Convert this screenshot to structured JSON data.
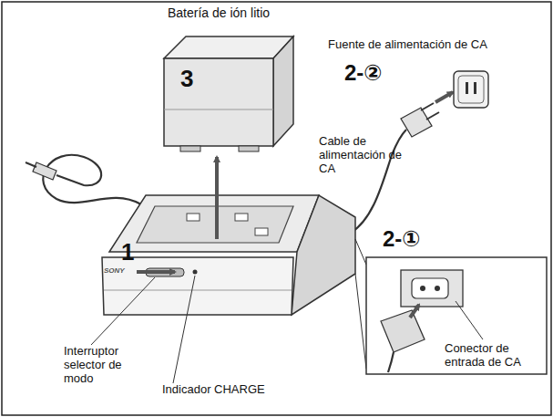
{
  "diagram": {
    "labels": [
      "Batería de ión litio",
      "Fuente de alimentación de CA",
      "2-②",
      "Cable de alimentación de CA",
      "3",
      "1",
      "SONY",
      "2-①",
      "Conector de entrada de CA",
      "Interruptor selector de modo",
      "Indicador CHARGE"
    ]
  }
}
